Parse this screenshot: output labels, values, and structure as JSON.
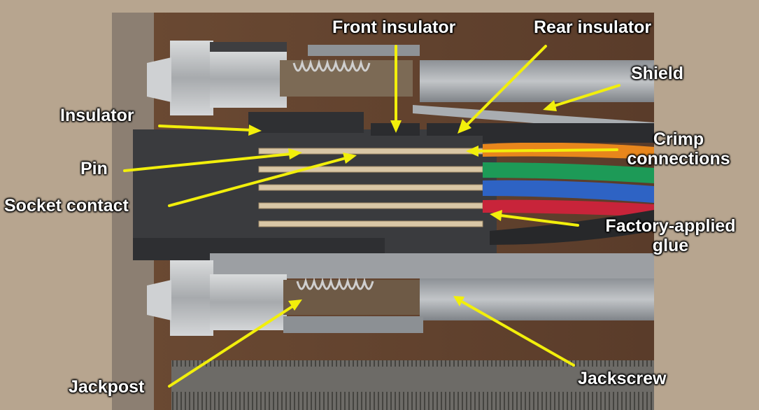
{
  "image": {
    "subject": "connector-cross-section-photo",
    "colors": {
      "backdrop": "#b7a58f",
      "label_text": "#ffffff",
      "arrow": "#f2ef0b",
      "wire_orange": "#e8861c",
      "wire_green": "#1d9a57",
      "wire_blue": "#2e63c4",
      "wire_red": "#c8243a",
      "metal": "#9ea2a6",
      "insulator_dark": "#3a3b3e"
    }
  },
  "labels": {
    "front_insulator": "Front insulator",
    "rear_insulator": "Rear insulator",
    "shield": "Shield",
    "insulator": "Insulator",
    "crimp_line1": "Crimp",
    "crimp_line2": "connections",
    "pin": "Pin",
    "socket_contact": "Socket contact",
    "glue_line1": "Factory-applied",
    "glue_line2": "glue",
    "jackpost": "Jackpost",
    "jackscrew": "Jackscrew"
  }
}
